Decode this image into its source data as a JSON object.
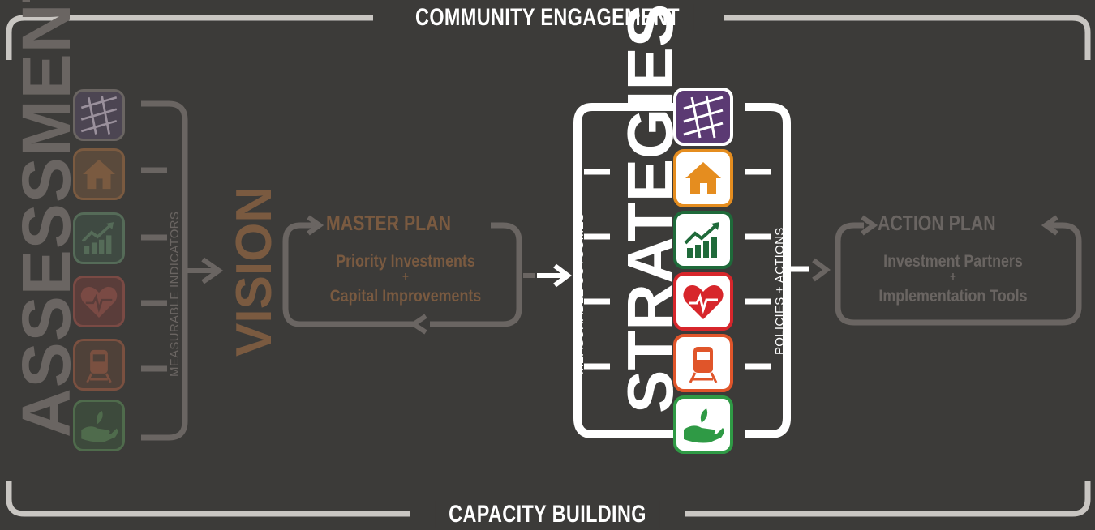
{
  "frame": {
    "top_label": "COMMUNITY ENGAGEMENT",
    "bottom_label": "CAPACITY BUILDING"
  },
  "assessment": {
    "label": "ASSESSMENT",
    "bracket_label": "MEASURABLE INDICATORS"
  },
  "vision": {
    "label": "VISION"
  },
  "master_plan": {
    "title": "MASTER PLAN",
    "line1": "Priority Investments",
    "plus": "+",
    "line2": "Capital Improvements"
  },
  "strategies": {
    "label": "STRATEGIES",
    "left_label": "MEASURABLE OUTCOMES",
    "right_label": "POLICIES + ACTIONS"
  },
  "action_plan": {
    "title": "ACTION PLAN",
    "line1": "Investment Partners",
    "plus": "+",
    "line2": "Implementation Tools"
  },
  "icons": [
    {
      "name": "land-use-map-icon",
      "color": "#5b3a73"
    },
    {
      "name": "house-icon",
      "color": "#e58d1f"
    },
    {
      "name": "growth-chart-icon",
      "color": "#1f6a3a"
    },
    {
      "name": "heart-pulse-icon",
      "color": "#d7262b"
    },
    {
      "name": "train-icon",
      "color": "#e0552a"
    },
    {
      "name": "hand-leaf-icon",
      "color": "#2f9a45"
    }
  ],
  "colors": {
    "background": "#3c3b39",
    "frame": "#c9c6c2",
    "muted_brown": "#7a5a40",
    "muted_gray": "#6a6562",
    "white": "#ffffff"
  }
}
